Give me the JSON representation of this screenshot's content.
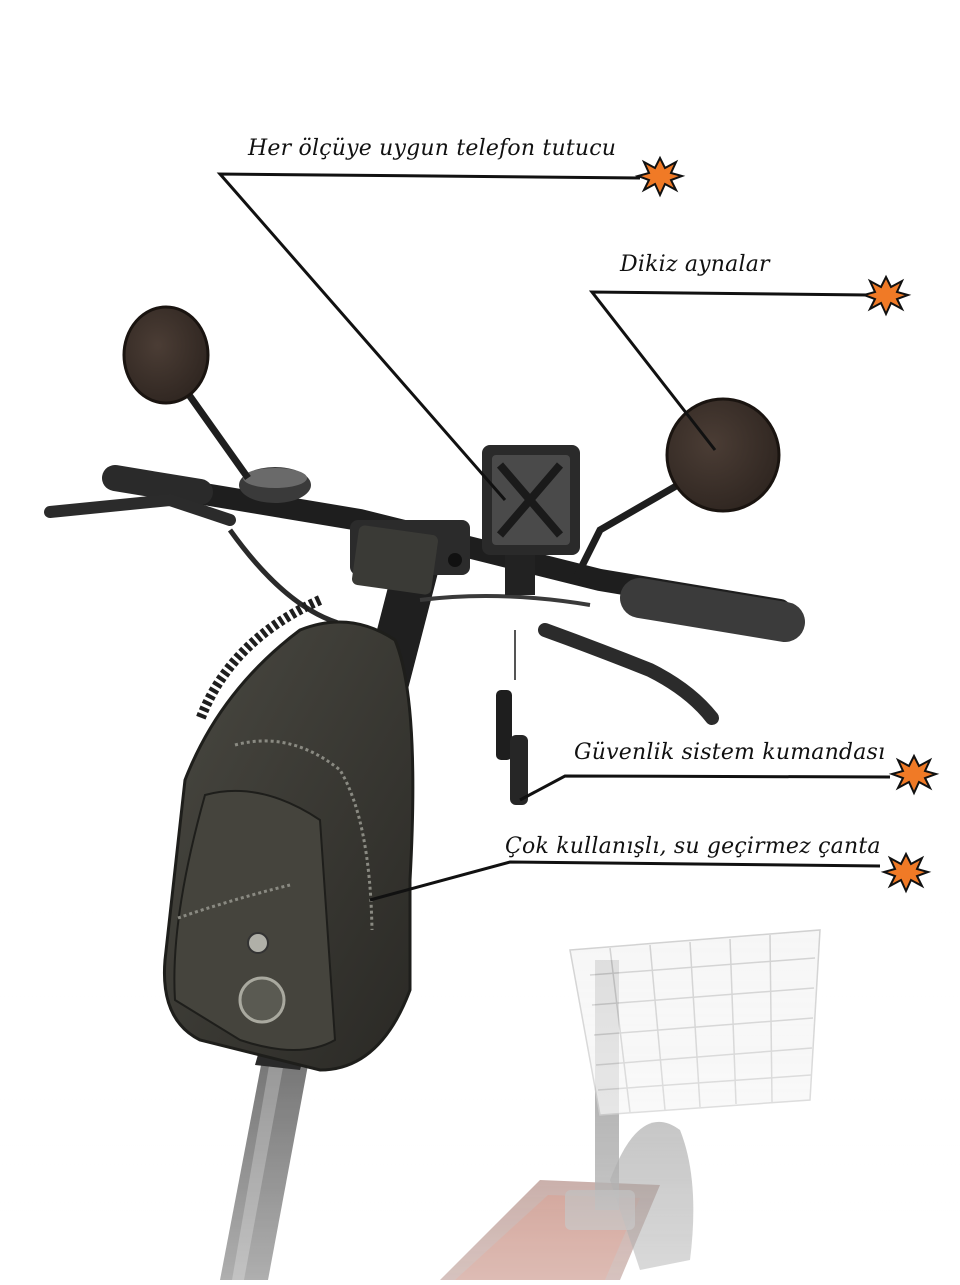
{
  "annotations": [
    {
      "id": "phone-holder",
      "text": "Her ölçüye uygun telefon tutucu"
    },
    {
      "id": "mirrors",
      "text": "Dikiz aynalar"
    },
    {
      "id": "remote",
      "text": "Güvenlik sistem kumandası"
    },
    {
      "id": "bag",
      "text": "Çok kullanışlı, su geçirmez çanta"
    }
  ],
  "colors": {
    "background": "#ffffff",
    "leader_line": "#111111",
    "burst_fill": "#f07a26",
    "burst_outline": "#111111",
    "frame_dark": "#262626",
    "mirror": "#3a2f2a",
    "bag": "#3b3a34",
    "deck_red": "#b5533c",
    "basket": "#c8c8c8"
  },
  "icons": [
    "orange-burst-icon"
  ]
}
